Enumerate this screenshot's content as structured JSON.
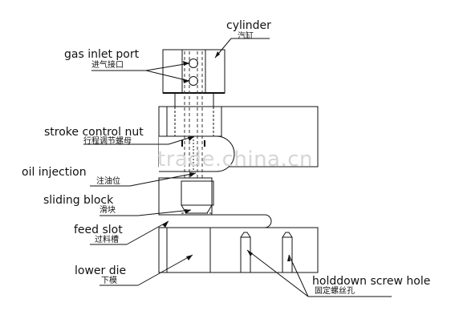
{
  "labels": {
    "cylinder": {
      "en": "cylinder",
      "zh": "汽缸"
    },
    "gas_inlet": {
      "en": "gas inlet port",
      "zh": "进气接口"
    },
    "stroke_nut": {
      "en": "stroke control nut",
      "zh": "行程调节螺母"
    },
    "oil_injection": {
      "en": "oil injection",
      "zh": "注油位"
    },
    "sliding_block": {
      "en": "sliding  block",
      "zh": "滑块"
    },
    "feed_slot": {
      "en": "feed slot",
      "zh": "过料槽"
    },
    "lower_die": {
      "en": "lower die",
      "zh": "下模"
    },
    "holddown": {
      "en": "holddown screw hole",
      "zh": "固定螺丝孔"
    }
  },
  "watermark": "trade.china.cn",
  "colors": {
    "line": "#111111",
    "dash": "#333333",
    "watermark": "#d6d6d6"
  }
}
